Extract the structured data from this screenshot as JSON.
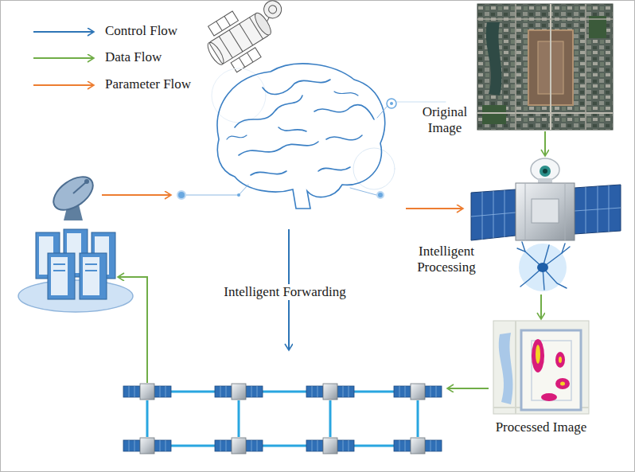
{
  "diagram": {
    "nodes": [
      {
        "text": [
          "Original Image"
        ]
      },
      {
        "text": [
          "Intelligent Processing"
        ]
      },
      {
        "text": [
          "Processed Image"
        ]
      }
    ],
    "edges": [
      {
        "from": 0,
        "to": 1,
        "arrow": "to"
      },
      {
        "from": 1,
        "to": 2,
        "arrow": "to"
      }
    ],
    "labels": [
      "Intelligent Forwarding"
    ],
    "legend": [
      {
        "text": "Control Flow"
      },
      {
        "text": "Data Flow"
      },
      {
        "text": "Parameter Flow"
      }
    ]
  }
}
